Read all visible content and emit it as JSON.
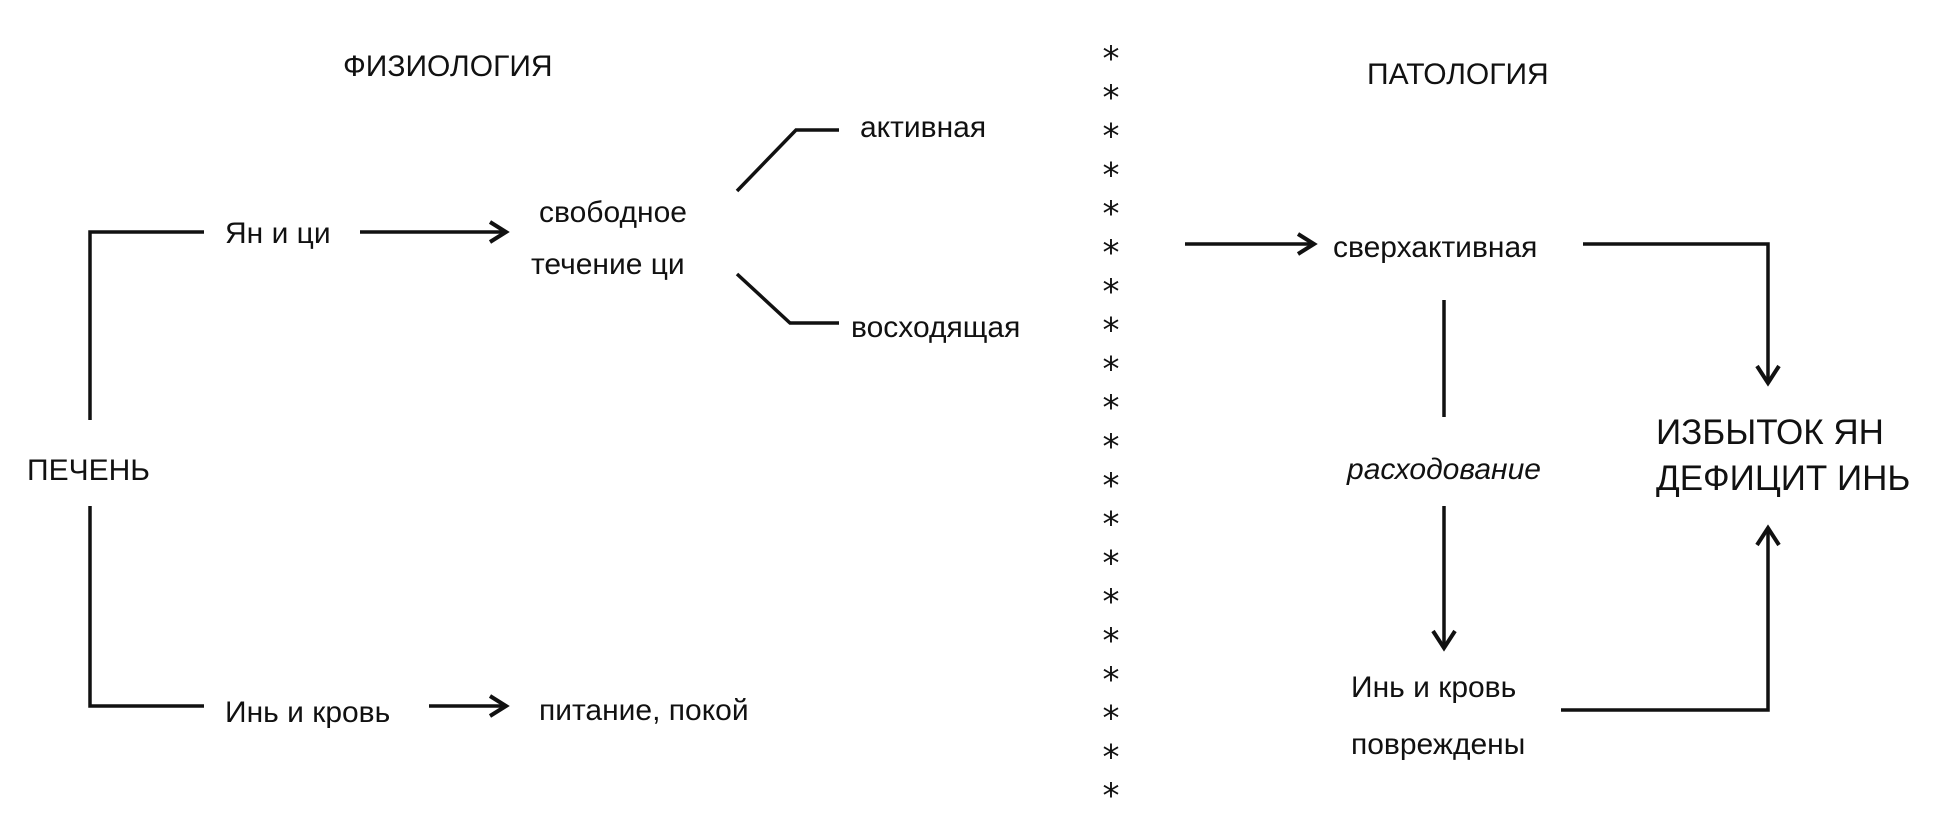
{
  "physiology": {
    "title": "ФИЗИОЛОГИЯ",
    "root": "ПЕЧЕНЬ",
    "yang_qi": "Ян и ци",
    "free_flow_line1": "свободное",
    "free_flow_line2": "течение ци",
    "active": "активная",
    "ascending": "восходящая",
    "yin_blood": "Инь и кровь",
    "nourishment": "питание, покой"
  },
  "separator": {
    "glyph": "*",
    "count": 20
  },
  "pathology": {
    "title": "ПАТОЛОГИЯ",
    "overactive": "сверхактивная",
    "consumption": "расходование",
    "yin_blood_line1": "Инь и кровь",
    "yin_blood_line2": "повреждены",
    "result_line1": "ИЗБЫТОК ЯН",
    "result_line2": "ДЕФИЦИТ ИНЬ"
  }
}
